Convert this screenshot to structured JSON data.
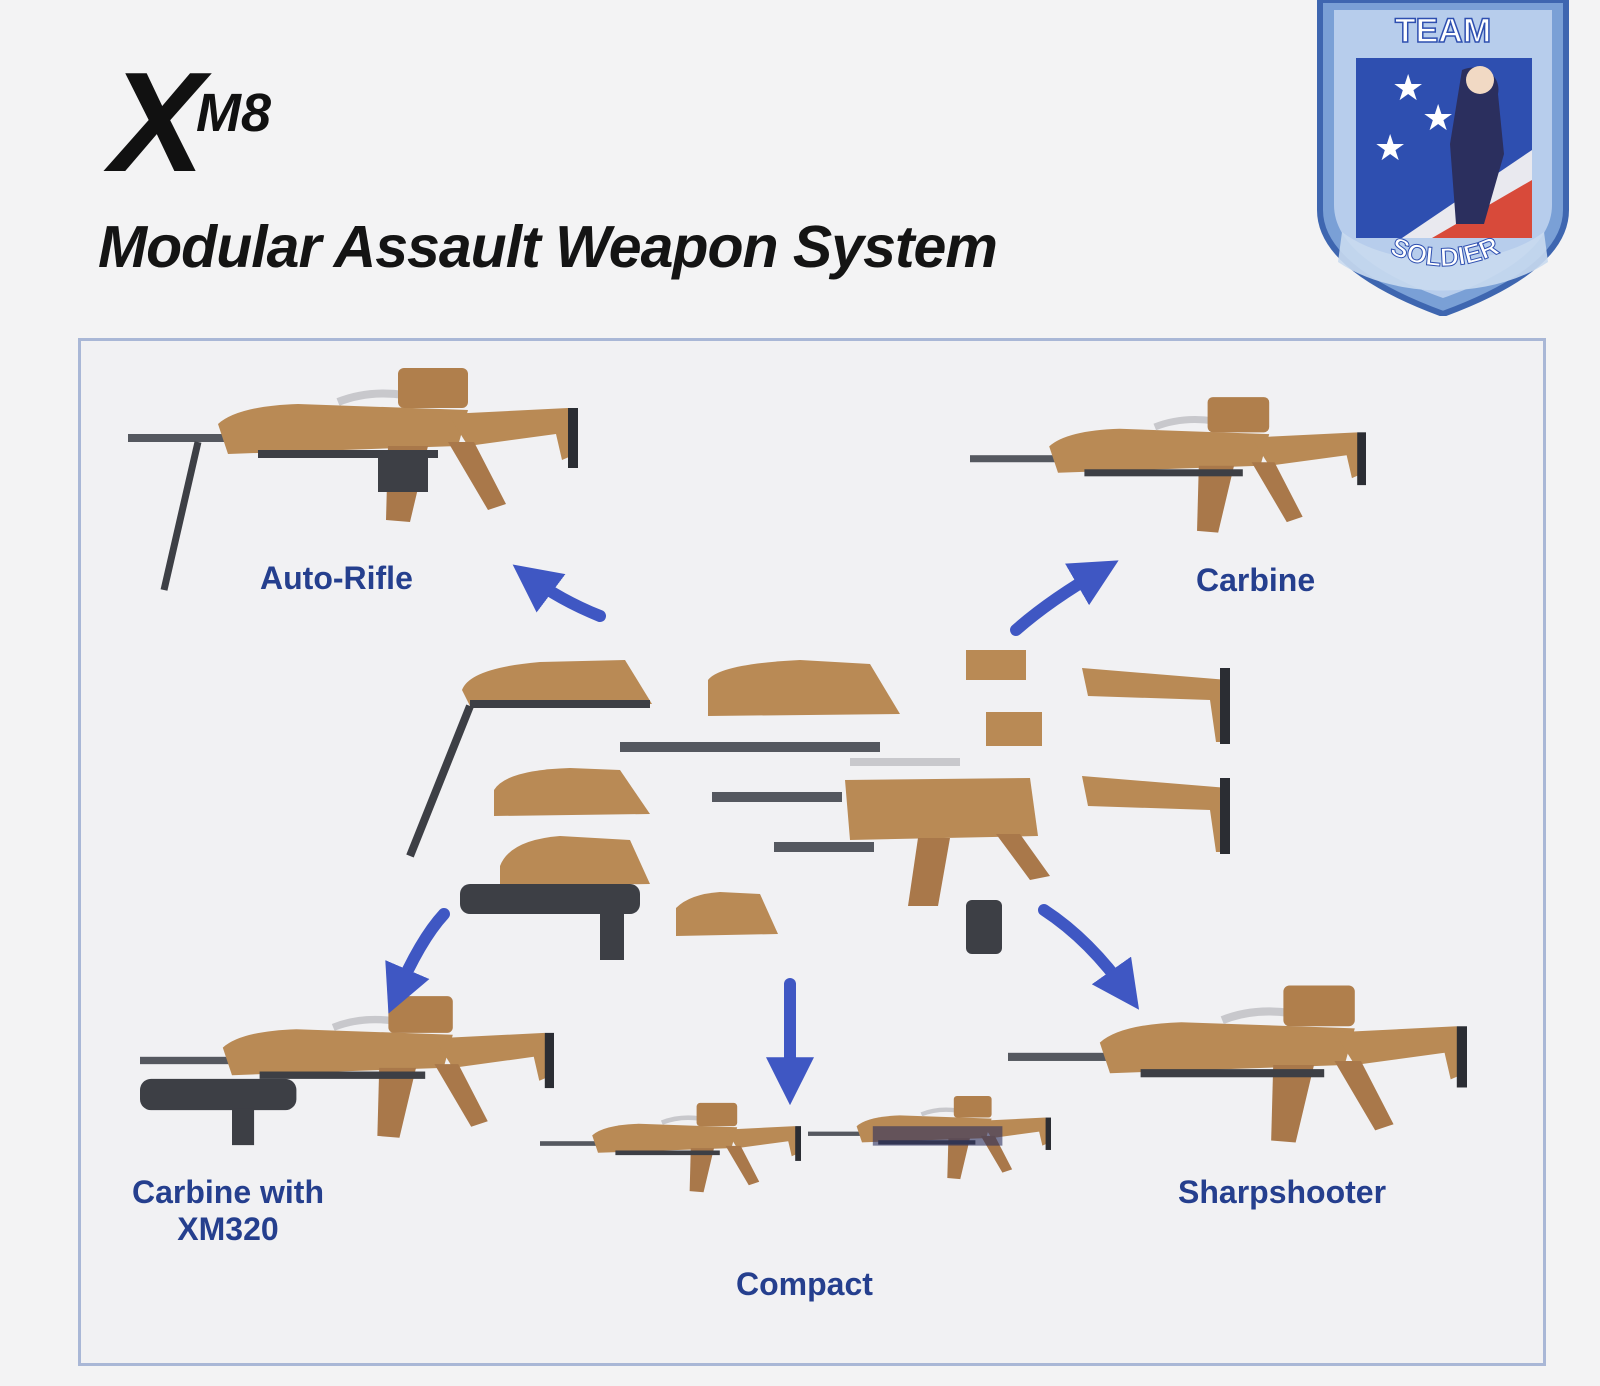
{
  "logo": {
    "x": "X",
    "model": "M8"
  },
  "title": "Modular Assault Weapon System",
  "badge": {
    "top": "TEAM",
    "bottom": "SOLDIER"
  },
  "configs": {
    "auto_rifle": "Auto-Rifle",
    "carbine": "Carbine",
    "carbine_xm320_line1": "Carbine with",
    "carbine_xm320_line2": "XM320",
    "compact": "Compact",
    "sharpshooter": "Sharpshooter"
  },
  "colors": {
    "tan": "#b98a55",
    "dark": "#3d3f45",
    "arrow": "#3f57c3",
    "label": "#253f8e",
    "frame": "#a9b7d6"
  }
}
